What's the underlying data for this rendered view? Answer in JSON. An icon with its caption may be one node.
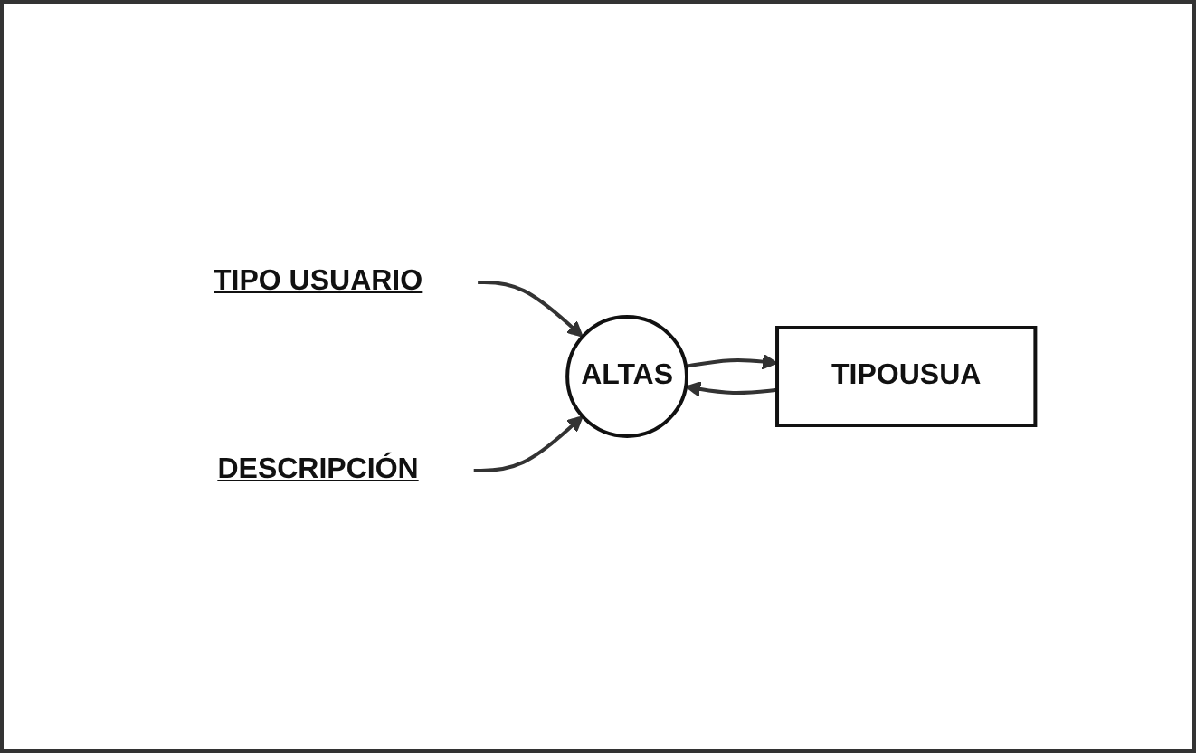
{
  "diagram": {
    "nodes": [
      {
        "text": [
          "TIPO USUARIO"
        ]
      },
      {
        "text": [
          "DESCRIPCIÓN"
        ]
      },
      {
        "text": [
          "ALTAS"
        ]
      },
      {
        "text": [
          "TIPOUSUA"
        ]
      }
    ],
    "edges": [
      {
        "from": 0,
        "to": 2,
        "arrow": "to"
      },
      {
        "from": 1,
        "to": 2,
        "arrow": "to"
      },
      {
        "from": 2,
        "to": 3,
        "arrow": "to"
      },
      {
        "from": 3,
        "to": 2,
        "arrow": "to"
      }
    ]
  }
}
